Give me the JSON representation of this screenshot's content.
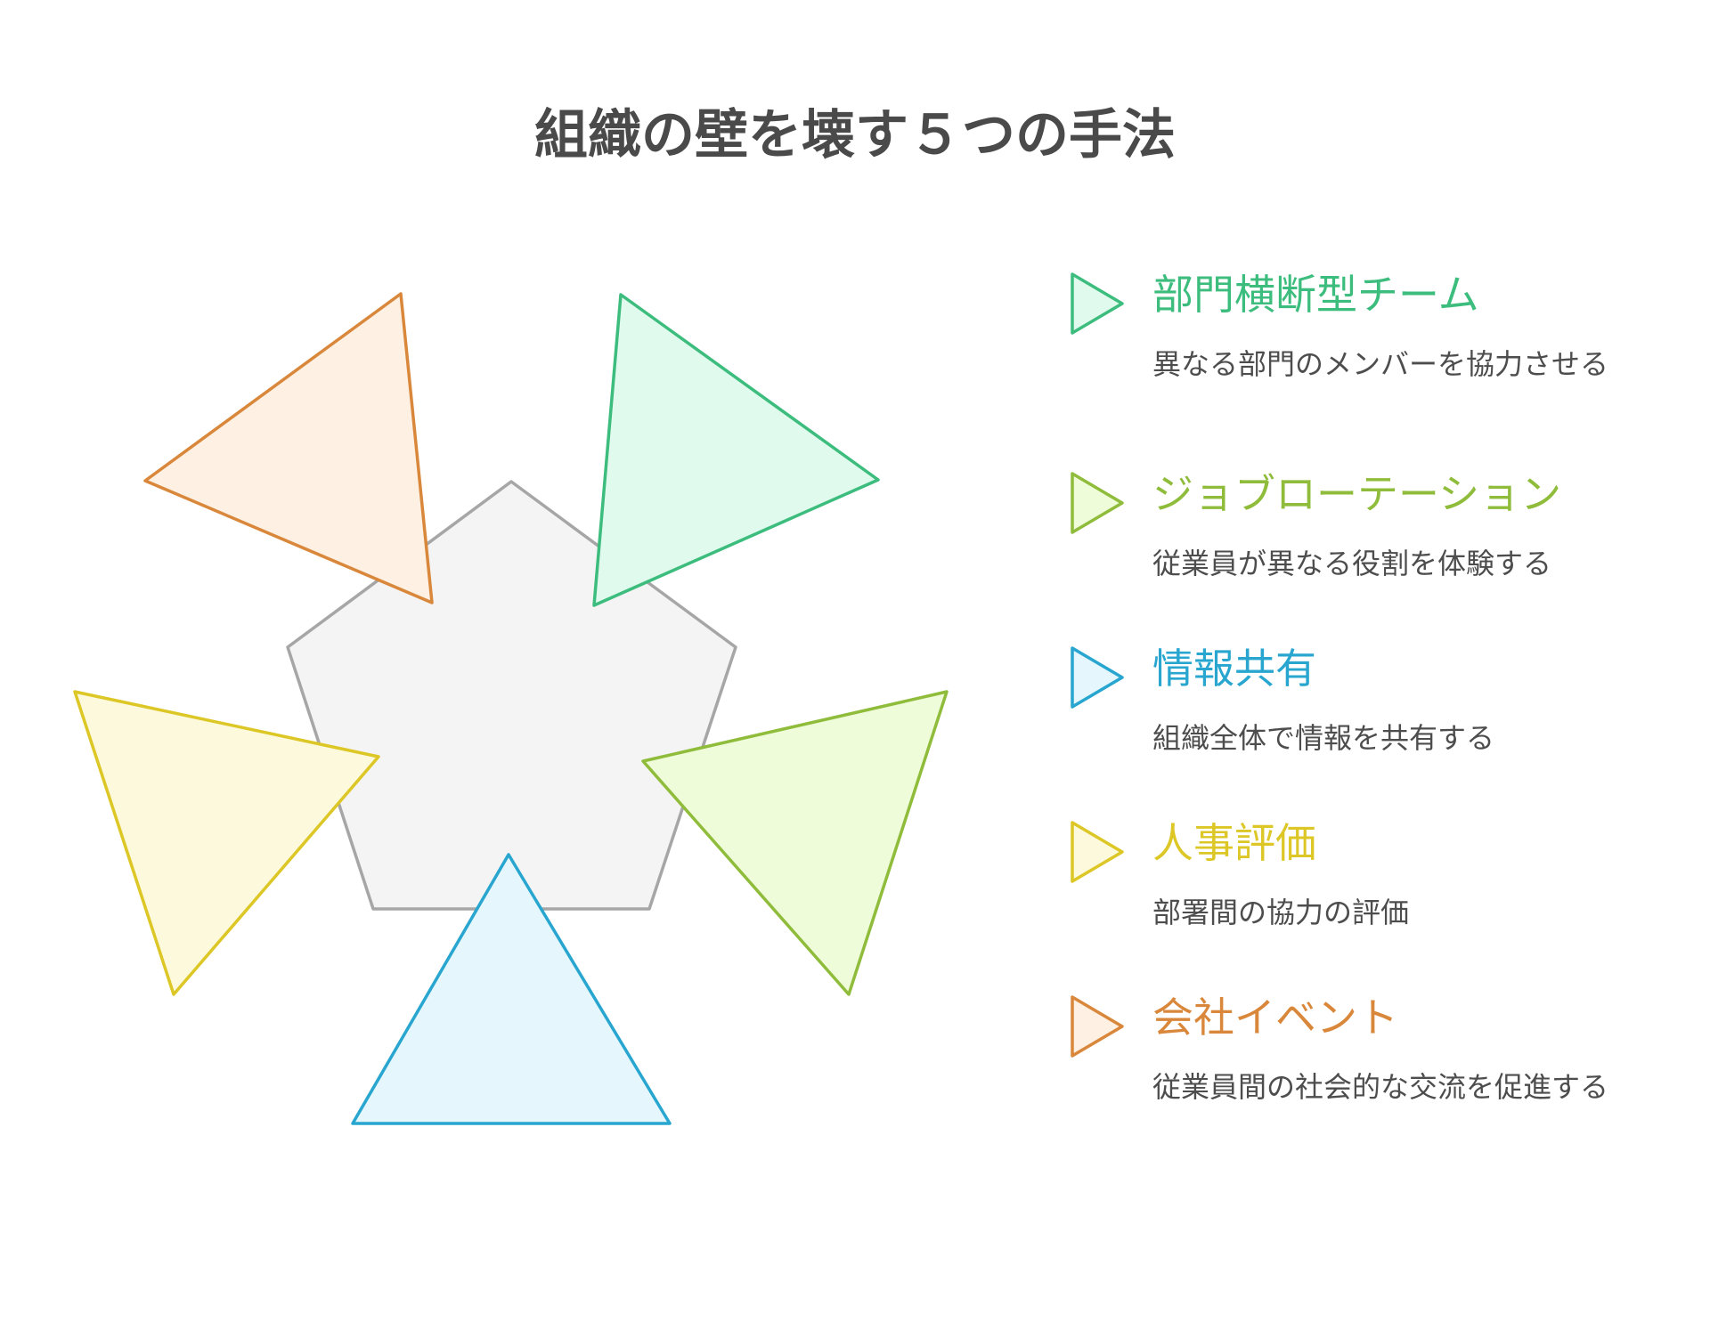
{
  "title": "組織の壁を壊す５つの手法",
  "items": [
    {
      "title": "部門横断型チーム",
      "description": "異なる部門のメンバーを協力させる",
      "stroke": "#3dbd7d",
      "fill": "#e1faee"
    },
    {
      "title": "ジョブローテーション",
      "description": "従業員が異なる役割を体験する",
      "stroke": "#8fbc3b",
      "fill": "#effcd9"
    },
    {
      "title": "情報共有",
      "description": "組織全体で情報を共有する",
      "stroke": "#28a6cf",
      "fill": "#e5f7fd"
    },
    {
      "title": "人事評価",
      "description": "部署間の協力の評価",
      "stroke": "#dcc726",
      "fill": "#fdf9dc"
    },
    {
      "title": "会社イベント",
      "description": "従業員間の社会的な交流を促進する",
      "stroke": "#d9873b",
      "fill": "#fef1e4"
    }
  ],
  "center": {
    "stroke": "#a6a6a6",
    "fill": "#f4f4f4"
  }
}
